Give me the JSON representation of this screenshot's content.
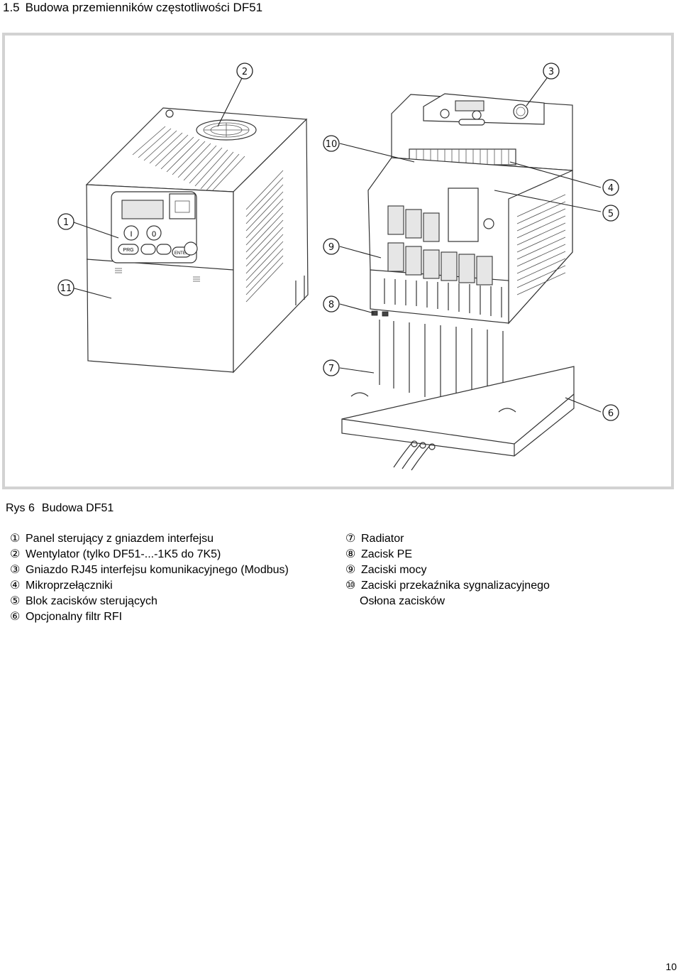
{
  "heading": {
    "number": "1.5",
    "title": "Budowa przemienników częstotliwości DF51"
  },
  "figure": {
    "caption_number": "Rys 6",
    "caption_title": "Budowa DF51",
    "callouts": [
      "①",
      "②",
      "③",
      "④",
      "⑤",
      "⑥",
      "⑦",
      "⑧",
      "⑨",
      "⑩",
      "⑪"
    ],
    "panel_labels": {
      "i": "I",
      "o": "0",
      "prg": "PRG",
      "enter": "ENTER"
    }
  },
  "legend": {
    "left": [
      {
        "mark": "①",
        "text": "Panel sterujący z gniazdem interfejsu"
      },
      {
        "mark": "②",
        "text": "Wentylator (tylko DF51-...-1K5 do 7K5)"
      },
      {
        "mark": "③",
        "text": "Gniazdo RJ45 interfejsu komunikacyjnego (Modbus)"
      },
      {
        "mark": "④",
        "text": "Mikroprzełączniki"
      },
      {
        "mark": "⑤",
        "text": "Blok zacisków sterujących"
      },
      {
        "mark": "⑥",
        "text": "Opcjonalny filtr RFI"
      }
    ],
    "right": [
      {
        "mark": "⑦",
        "text": "Radiator"
      },
      {
        "mark": "⑧",
        "text": "Zacisk PE"
      },
      {
        "mark": "⑨",
        "text": "Zaciski mocy"
      },
      {
        "mark": "⑩",
        "text": "Zaciski przekaźnika sygnalizacyjnego"
      }
    ],
    "right_extra": "Osłona zacisków"
  },
  "page_number": "10"
}
